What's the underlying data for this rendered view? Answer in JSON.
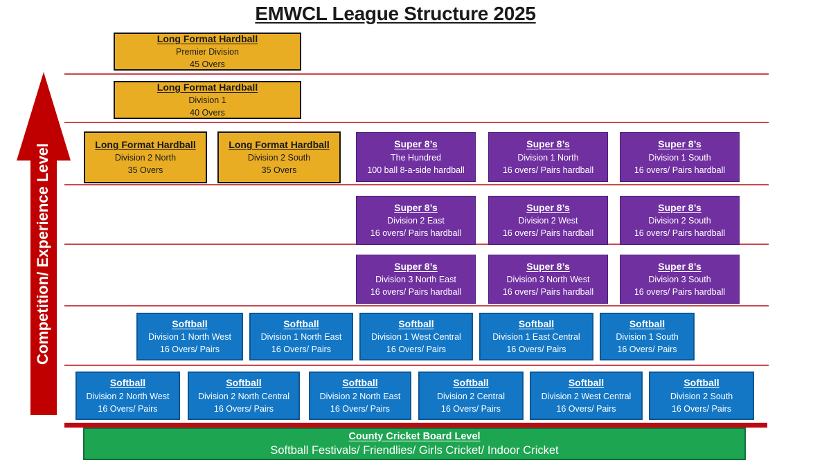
{
  "title": "EMWCL League Structure 2025",
  "arrow_label": "Competition/ Experience Level",
  "colors": {
    "gold": "#e9ad23",
    "purple": "#7030a0",
    "blue": "#1377c6",
    "green": "#1ea551",
    "arrow_red": "#c00000",
    "divider_red": "#c8484e",
    "baseline_red": "#bd0a10"
  },
  "boxes": [
    {
      "title": "Long Format Hardball",
      "line2": "Premier Division",
      "line3": "45 Overs"
    },
    {
      "title": "Long Format Hardball",
      "line2": "Division 1",
      "line3": "40 Overs"
    },
    {
      "title": "Long Format Hardball",
      "line2": "Division 2 North",
      "line3": "35 Overs"
    },
    {
      "title": "Long Format Hardball",
      "line2": "Division 2 South",
      "line3": "35 Overs"
    },
    {
      "title": "Super 8’s",
      "line2": "The Hundred",
      "line3": "100 ball 8-a-side hardball"
    },
    {
      "title": "Super 8’s",
      "line2": "Division 1 North",
      "line3": "16 overs/ Pairs hardball"
    },
    {
      "title": "Super 8’s",
      "line2": "Division 1 South",
      "line3": "16 overs/ Pairs hardball"
    },
    {
      "title": "Super 8’s",
      "line2": "Division 2 East",
      "line3": "16 overs/ Pairs hardball"
    },
    {
      "title": "Super 8’s",
      "line2": "Division 2 West",
      "line3": "16 overs/ Pairs hardball"
    },
    {
      "title": "Super 8’s",
      "line2": "Division 2 South",
      "line3": "16 overs/ Pairs hardball"
    },
    {
      "title": "Super 8’s",
      "line2": "Division 3 North East",
      "line3": "16 overs/ Pairs hardball"
    },
    {
      "title": "Super 8’s",
      "line2": "Division 3 North West",
      "line3": "16 overs/ Pairs hardball"
    },
    {
      "title": "Super 8’s",
      "line2": "Division 3 South",
      "line3": "16 overs/ Pairs hardball"
    },
    {
      "title": "Softball",
      "line2": "Division 1 North West",
      "line3": "16 Overs/ Pairs"
    },
    {
      "title": "Softball",
      "line2": "Division 1 North East",
      "line3": "16 Overs/ Pairs"
    },
    {
      "title": "Softball",
      "line2": "Division 1 West Central",
      "line3": "16 Overs/ Pairs"
    },
    {
      "title": "Softball",
      "line2": "Division 1 East Central",
      "line3": "16 Overs/ Pairs"
    },
    {
      "title": "Softball",
      "line2": "Division 1 South",
      "line3": "16 Overs/ Pairs"
    },
    {
      "title": "Softball",
      "line2": "Division 2 North West",
      "line3": "16 Overs/ Pairs"
    },
    {
      "title": "Softball",
      "line2": "Division 2 North Central",
      "line3": "16 Overs/ Pairs"
    },
    {
      "title": "Softball",
      "line2": "Division 2 North East",
      "line3": "16 Overs/ Pairs"
    },
    {
      "title": "Softball",
      "line2": "Division 2 Central",
      "line3": "16 Overs/ Pairs"
    },
    {
      "title": "Softball",
      "line2": "Division 2 West Central",
      "line3": "16 Overs/ Pairs"
    },
    {
      "title": "Softball",
      "line2": "Division 2 South",
      "line3": "16 Overs/ Pairs"
    }
  ],
  "board": {
    "title": "County Cricket Board Level",
    "subtitle": "Softball Festivals/ Friendlies/ Girls Cricket/ Indoor Cricket"
  }
}
